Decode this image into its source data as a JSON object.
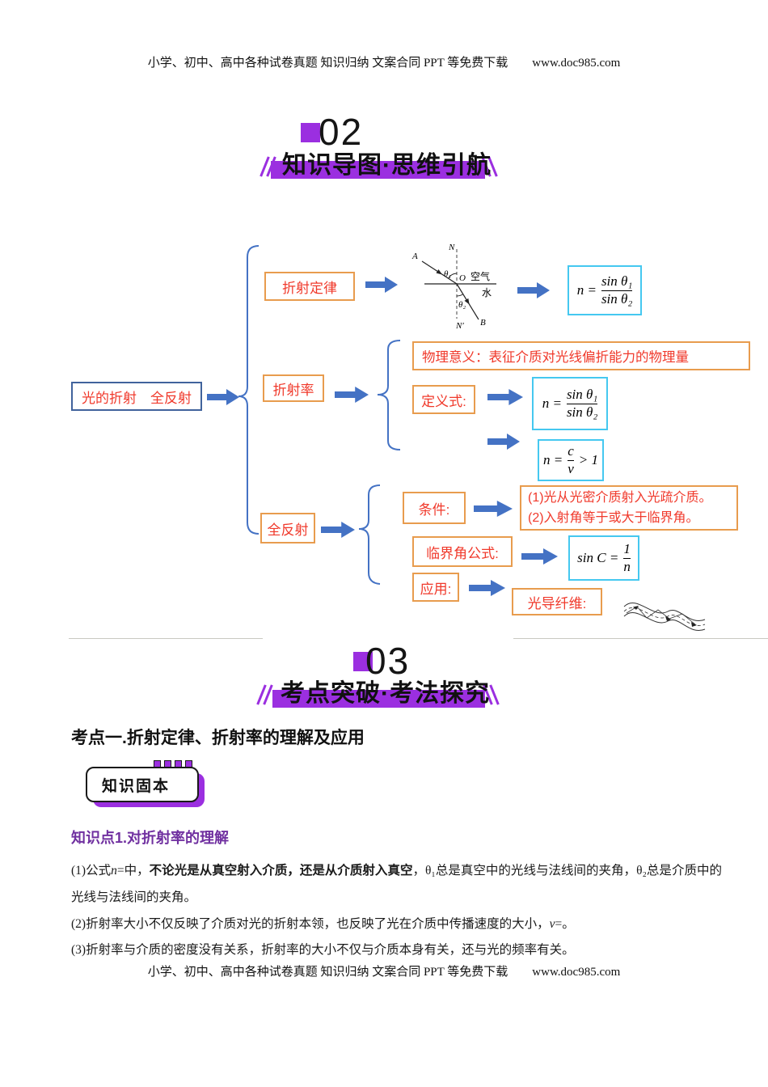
{
  "colors": {
    "accent_purple": "#9b2fe0",
    "heading_purple": "#7030a0",
    "node_red": "#f0392b",
    "orange_border": "#e89c4e",
    "cyan_border": "#45c8f0",
    "arrow_blue": "#4472c4",
    "root_border": "#41639c"
  },
  "page": {
    "header": "小学、初中、高中各种试卷真题 知识归纳 文案合同 PPT 等免费下载　　www.doc985.com",
    "footer": "小学、初中、高中各种试卷真题 知识归纳 文案合同 PPT 等免费下载　　www.doc985.com"
  },
  "section02": {
    "number": "02",
    "title": "知识导图·思维引航"
  },
  "section03": {
    "number": "03",
    "title": "考点突破·考法探究"
  },
  "mindmap": {
    "root": "光的折射　全反射",
    "refraction_law": {
      "label": "折射定律"
    },
    "ray_diagram": {
      "A": "A",
      "N": "N",
      "theta1": "θ₁",
      "O": "O",
      "air": "空气",
      "water": "水",
      "theta2": "θ₂",
      "Nprime": "N′",
      "B": "B"
    },
    "formula_snell": {
      "lhs": "n =",
      "num": "sin θ₁",
      "den": "sin θ₂"
    },
    "refractive_index": {
      "label": "折射率",
      "meaning": "物理意义：表征介质对光线偏折能力的物理量",
      "definition_label": "定义式:"
    },
    "formula_definition": {
      "lhs": "n =",
      "num": "sin θ₁",
      "den": "sin θ₂"
    },
    "formula_speed_ratio": {
      "lhs": "n =",
      "num": "c",
      "den": "v",
      "suffix": "> 1"
    },
    "total_reflection": {
      "label": "全反射",
      "condition_label": "条件:",
      "conditions": [
        "(1)光从光密介质射入光疏介质。",
        "(2)入射角等于或大于临界角。"
      ],
      "critical_angle_label": "临界角公式:",
      "application_label": "应用:",
      "application": "光导纤维:"
    },
    "formula_critical": {
      "lhs": "sin C =",
      "num": "1",
      "den": "n"
    }
  },
  "content": {
    "exam_point_title": "考点一.折射定律、折射率的理解及应用",
    "badge_label": "知识固本",
    "knowledge_point_title": "知识点1.对折射率的理解",
    "paragraph1": [
      {
        "t": "(1)公式"
      },
      {
        "t": "n",
        "i": true
      },
      {
        "t": "=中，"
      },
      {
        "t": "不论光是从真空射入介质，还是从介质射入真空",
        "b": true
      },
      {
        "t": "，θ₁总是真空中的光线与法线间的夹角，θ₂总是介质中的光线与法线间的夹角。"
      }
    ],
    "paragraph2": [
      {
        "t": "(2)折射率大小不仅反映了介质对光的折射本领，也反映了光在介质中传播速度的大小，"
      },
      {
        "t": "v",
        "i": true
      },
      {
        "t": "=。"
      }
    ],
    "paragraph3": [
      {
        "t": "(3)折射率与介质的密度没有关系，折射率的大小不仅与介质本身有关，还与光的频率有关。"
      }
    ]
  }
}
